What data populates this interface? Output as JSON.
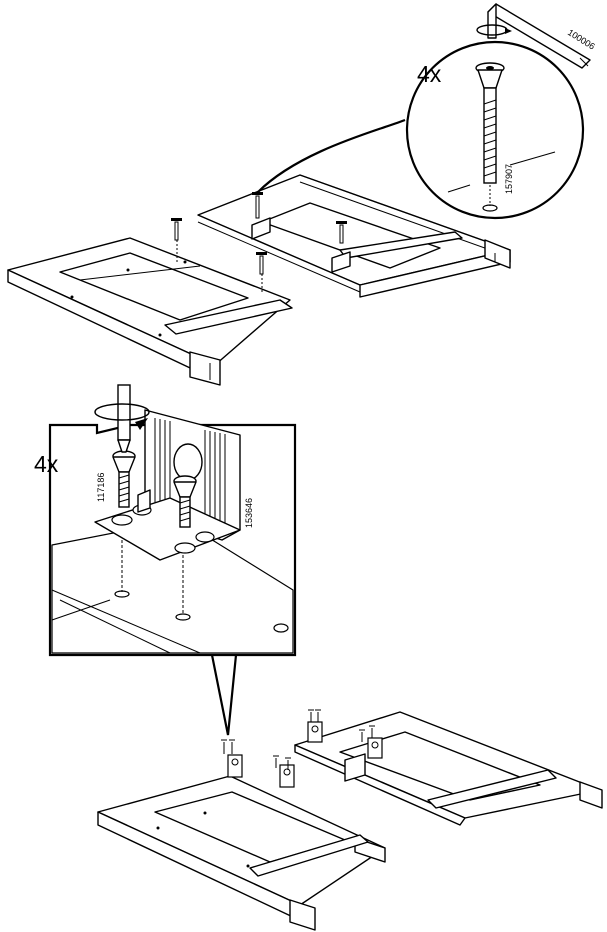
{
  "step1": {
    "quantity_label": "4x",
    "tool_code": "100006",
    "screw_code": "157907"
  },
  "step2": {
    "quantity_label": "4x",
    "screw_code": "117186",
    "bracket_code": "153646"
  }
}
